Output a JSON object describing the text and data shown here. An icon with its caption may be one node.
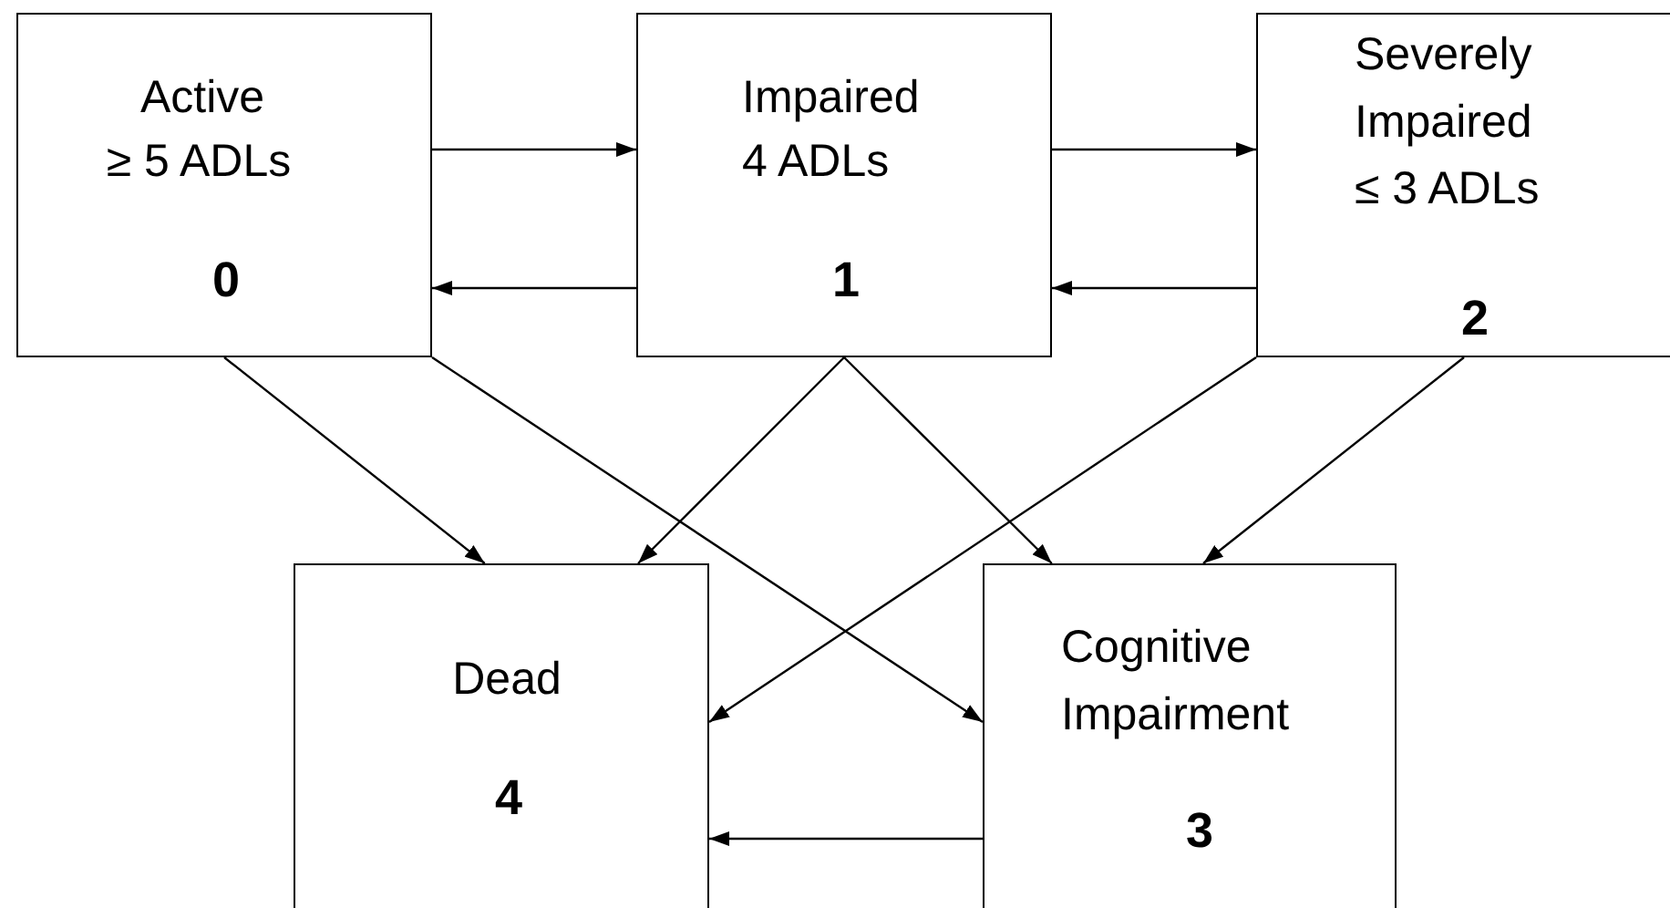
{
  "diagram": {
    "nodes": [
      {
        "text": [
          "Active",
          "≥ 5 ADLs",
          "0"
        ]
      },
      {
        "text": [
          "Impaired",
          "4 ADLs",
          "1"
        ]
      },
      {
        "text": [
          "Severely Impaired",
          "≤ 3 ADLs",
          "2"
        ]
      },
      {
        "text": [
          "Dead",
          "4"
        ]
      },
      {
        "text": [
          "Cognitive Impairment",
          "3"
        ]
      }
    ],
    "edges": [
      {
        "from": 0,
        "to": 1,
        "arrow": "to"
      },
      {
        "from": 1,
        "to": 0,
        "arrow": "to"
      },
      {
        "from": 1,
        "to": 2,
        "arrow": "to"
      },
      {
        "from": 2,
        "to": 1,
        "arrow": "to"
      },
      {
        "from": 0,
        "to": 3,
        "arrow": "to"
      },
      {
        "from": 0,
        "to": 4,
        "arrow": "to"
      },
      {
        "from": 1,
        "to": 3,
        "arrow": "to"
      },
      {
        "from": 1,
        "to": 4,
        "arrow": "to"
      },
      {
        "from": 2,
        "to": 3,
        "arrow": "to"
      },
      {
        "from": 2,
        "to": 4,
        "arrow": "to"
      },
      {
        "from": 4,
        "to": 3,
        "arrow": "to"
      }
    ]
  }
}
